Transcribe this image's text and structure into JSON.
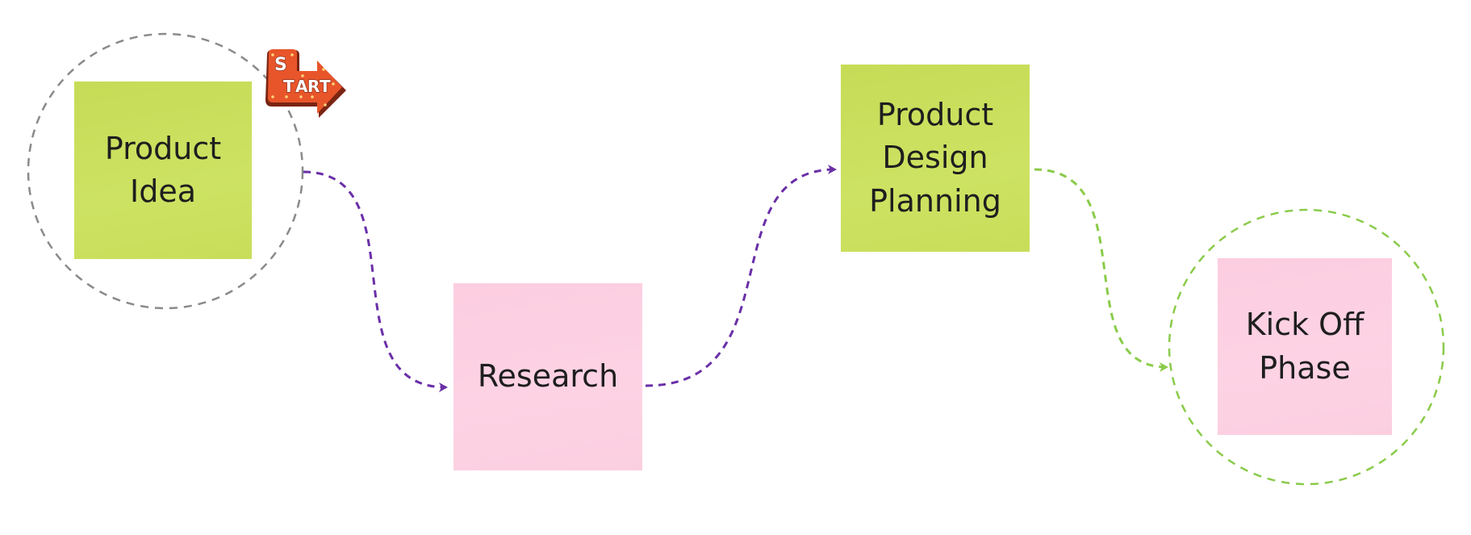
{
  "notes": [
    {
      "id": "product-idea",
      "text": "Product\nIdea",
      "color": "#c9df5d"
    },
    {
      "id": "research",
      "text": "Research",
      "color": "#fdd0e2"
    },
    {
      "id": "design",
      "text": "Product\nDesign\nPlanning",
      "color": "#c9df5d"
    },
    {
      "id": "kickoff",
      "text": "Kick Off\nPhase",
      "color": "#fdd0e2"
    }
  ],
  "start_badge": {
    "letters": [
      "S",
      "T",
      "A",
      "R",
      "T"
    ],
    "color": "#e8552a"
  },
  "colors": {
    "purple_connector": "#6a2fa8",
    "green_connector": "#8acb4a",
    "gray_circle": "#8a8a8a",
    "green_circle": "#8acb4a"
  }
}
